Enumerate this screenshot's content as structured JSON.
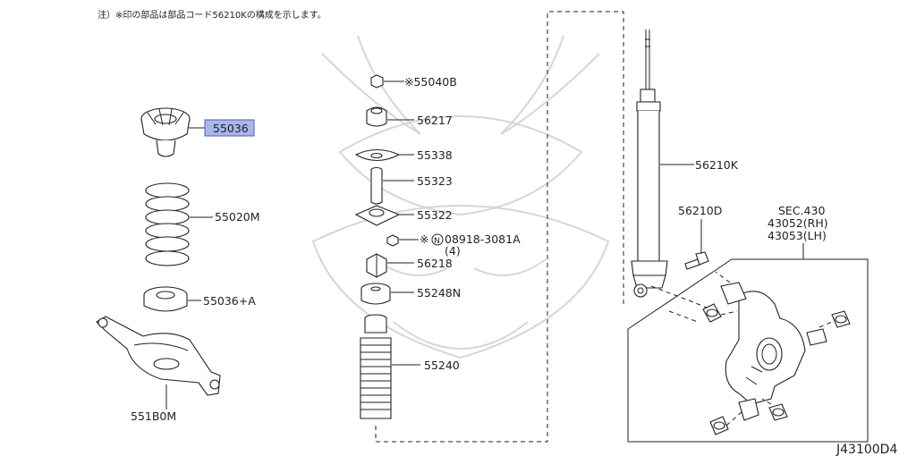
{
  "note": "注）※印の部品は部品コード56210Kの構成を示します。",
  "diagram_code": "J43100D4",
  "highlight_color": "#a9b6ec",
  "parts": {
    "p55036": "55036",
    "p55020m": "55020M",
    "p55036a": "55036+A",
    "p5518om": "551B0M",
    "p55040b": "※55040B",
    "p56217": "56217",
    "p55338": "55338",
    "p55323": "55323",
    "p55322": "55322",
    "p08918_prefix": "※",
    "p08918_circle": "N",
    "p08918": "08918-3081A",
    "p08918_qty": "(4)",
    "p56218": "56218",
    "p55248n": "55248N",
    "p55240": "55240",
    "p56210k": "56210K",
    "p56210d": "56210D"
  },
  "section": {
    "sec": "SEC.430",
    "rh": "43052(RH)",
    "lh": "43053(LH)"
  }
}
